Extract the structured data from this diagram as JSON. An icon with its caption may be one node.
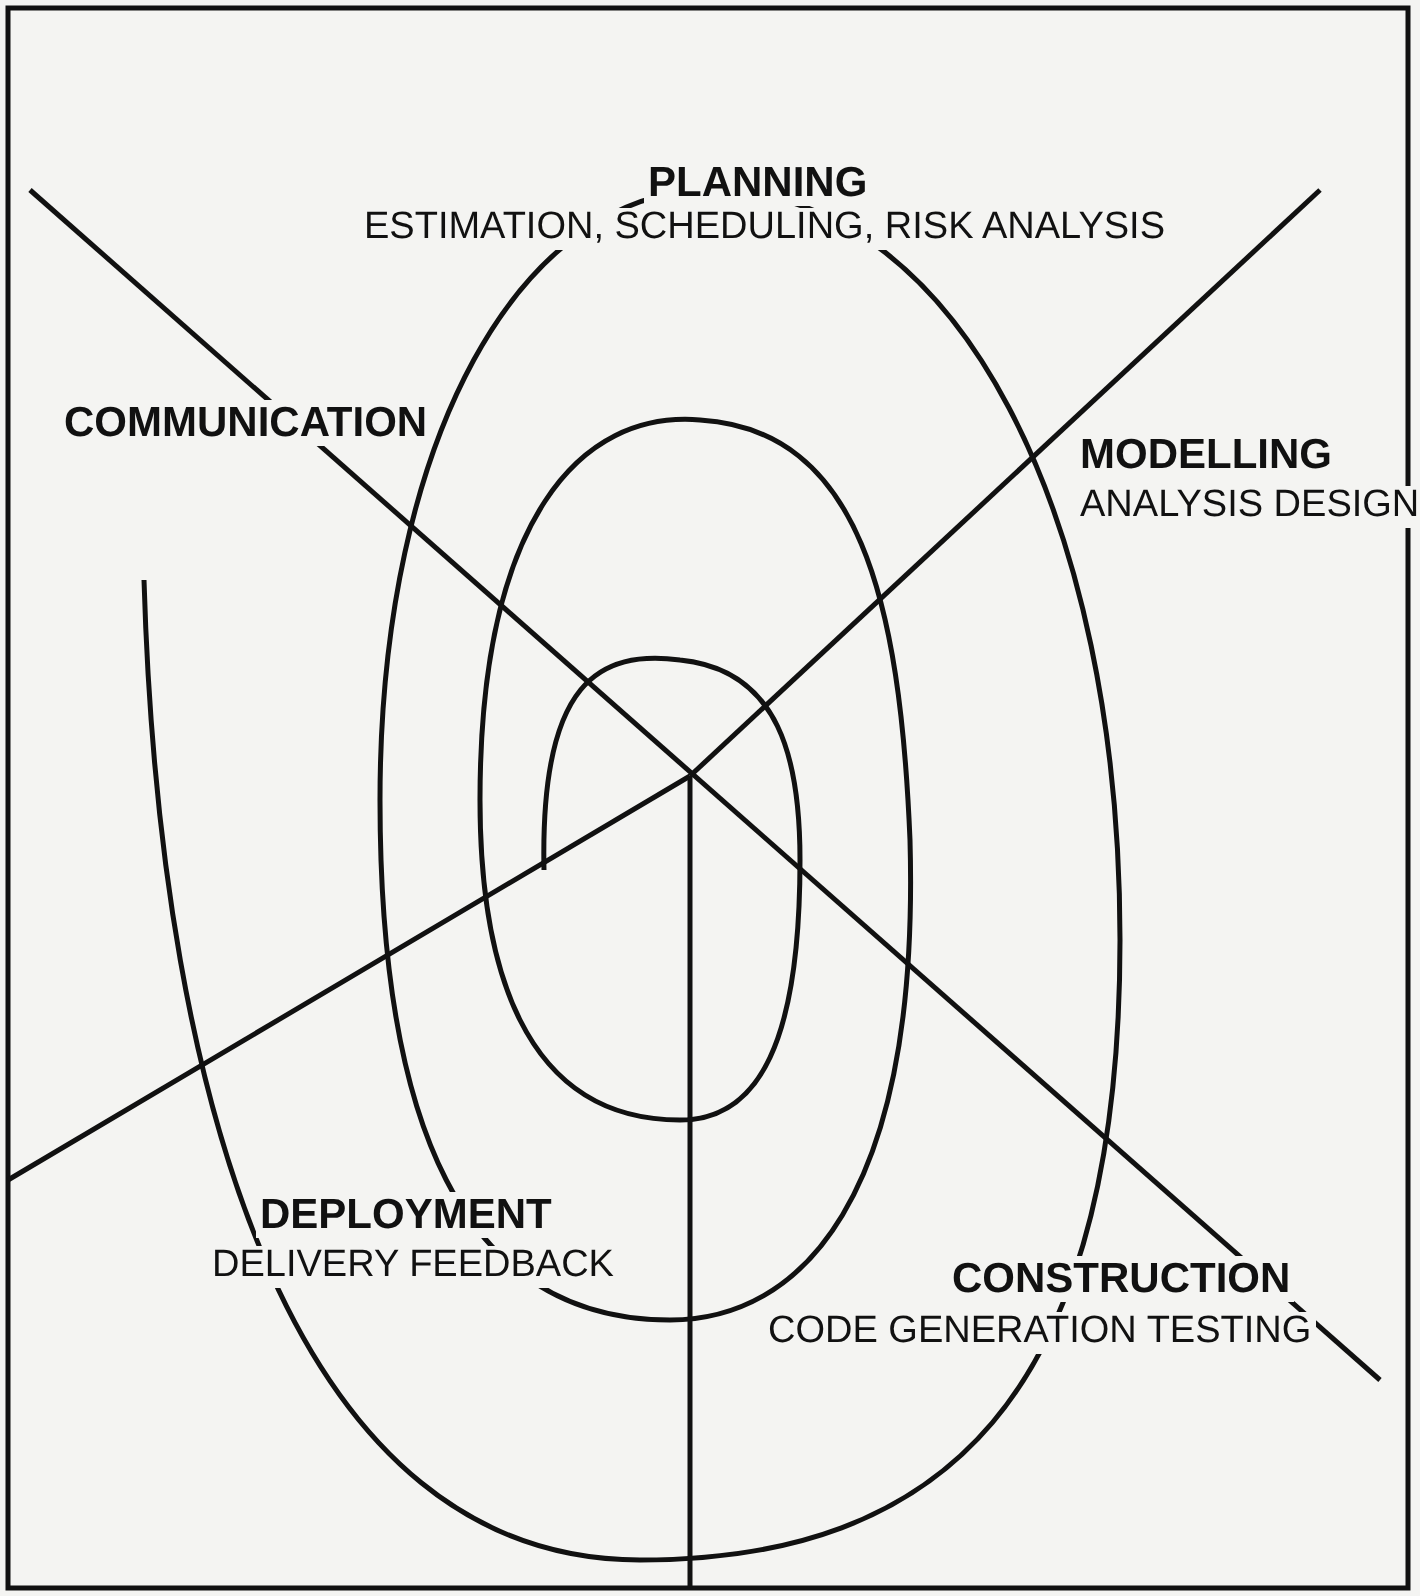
{
  "diagram": {
    "labels": [
      "PLANNING",
      "ESTIMATION, SCHEDULING, RISK ANALYSIS",
      "COMMUNICATION",
      "MODELLING",
      "ANALYSIS DESIGN",
      "DEPLOYMENT",
      "DELIVERY FEEDBACK",
      "CONSTRUCTION",
      "CODE GENERATION TESTING"
    ]
  }
}
